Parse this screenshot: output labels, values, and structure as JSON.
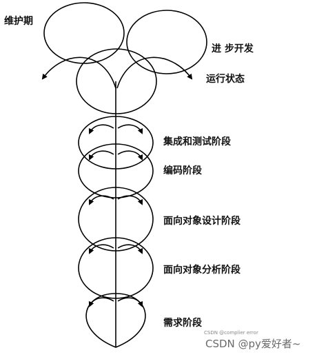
{
  "labels": {
    "maintenance": "维护期",
    "further_dev": "进 步开发",
    "running": "运行状态",
    "integration_test": "集成和测试阶段",
    "coding": "编码阶段",
    "oo_design": "面向对象设计阶段",
    "oo_analysis": "面向对象分析阶段",
    "requirements": "需求阶段"
  },
  "watermark": {
    "small": "CSDN @complier error",
    "big": "CSDN @py爱好者~"
  },
  "colors": {
    "stroke": "#000000",
    "text": "#111111",
    "watermark": "#6a6a6a"
  }
}
